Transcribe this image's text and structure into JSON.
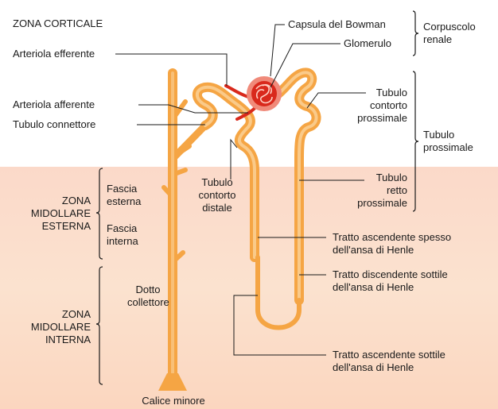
{
  "zones": {
    "cortical": "ZONA CORTICALE",
    "outer_medulla": [
      "ZONA",
      "MIDOLLARE",
      "ESTERNA"
    ],
    "inner_medulla": [
      "ZONA",
      "MIDOLLARE",
      "INTERNA"
    ]
  },
  "labels": {
    "efferent_arteriole": "Arteriola efferente",
    "afferent_arteriole": "Arteriola afferente",
    "connecting_tubule": "Tubulo connettore",
    "bowman_capsule": "Capsula del Bowman",
    "glomerulus": "Glomerulo",
    "renal_corpuscle": [
      "Corpuscolo",
      "renale"
    ],
    "proximal_convoluted_tubule": [
      "Tubulo",
      "contorto",
      "prossimale"
    ],
    "proximal_tubule": [
      "Tubulo",
      "prossimale"
    ],
    "distal_convoluted_tubule": [
      "Tubulo",
      "contorto",
      "distale"
    ],
    "proximal_straight_tubule": [
      "Tubulo",
      "retto",
      "prossimale"
    ],
    "outer_stripe": [
      "Fascia",
      "esterna"
    ],
    "inner_stripe": [
      "Fascia",
      "interna"
    ],
    "thick_ascending": [
      "Tratto ascendente spesso",
      "dell'ansa di Henle"
    ],
    "thin_descending": [
      "Tratto discendente sottile",
      "dell'ansa di Henle"
    ],
    "thin_ascending": [
      "Tratto ascendente sottile",
      "dell'ansa di Henle"
    ],
    "collecting_duct": [
      "Dotto",
      "collettore"
    ],
    "minor_calyx": "Calice minore"
  },
  "colors": {
    "tubule": "#f5a544",
    "tubule_light": "#fde3b8",
    "vessel": "#d9291c",
    "line": "#1a1a1a",
    "bg_cortex": "#ffffff",
    "bg_outer_medulla": "#fad9c6",
    "bg_inner_medulla": "#fbe3d1"
  }
}
